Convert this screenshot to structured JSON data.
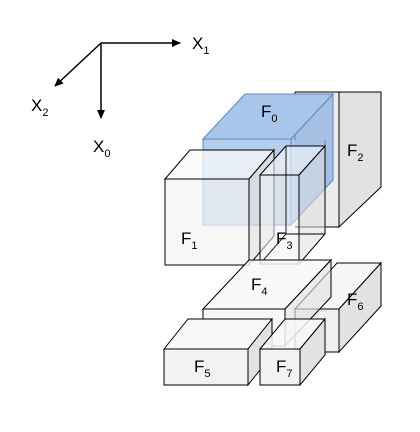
{
  "axes": {
    "x0": {
      "base": "X",
      "sub": "0"
    },
    "x1": {
      "base": "X",
      "sub": "1"
    },
    "x2": {
      "base": "X",
      "sub": "2"
    }
  },
  "blocks": {
    "f0": {
      "base": "F",
      "sub": "0"
    },
    "f1": {
      "base": "F",
      "sub": "1"
    },
    "f2": {
      "base": "F",
      "sub": "2"
    },
    "f3": {
      "base": "F",
      "sub": "3"
    },
    "f4": {
      "base": "F",
      "sub": "4"
    },
    "f5": {
      "base": "F",
      "sub": "5"
    },
    "f6": {
      "base": "F",
      "sub": "6"
    },
    "f7": {
      "base": "F",
      "sub": "7"
    }
  },
  "colors": {
    "highlight": "#9dbde6",
    "highlight_edge": "#5f86c0",
    "box_light": "#f4f4f4",
    "box_side": "#e2e2e2",
    "box_top": "#fafafa"
  }
}
